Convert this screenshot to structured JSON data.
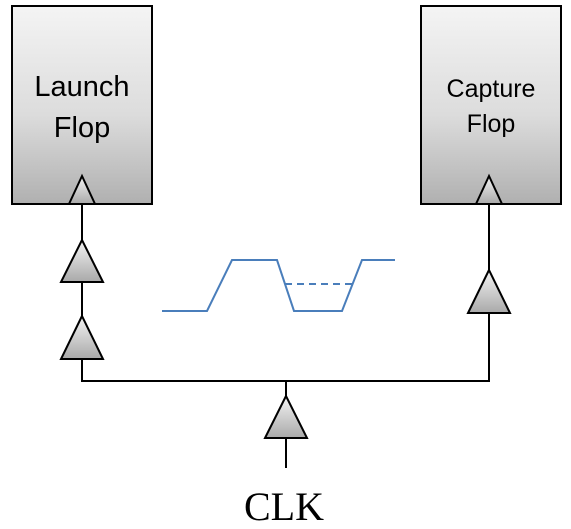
{
  "launch_flop": {
    "line1": "Launch",
    "line2": "Flop"
  },
  "capture_flop": {
    "line1": "Capture",
    "line2": "Flop"
  },
  "clock": {
    "label": "CLK"
  },
  "colors": {
    "box_top": "#f4f4f4",
    "box_bottom": "#b0b0b0",
    "buffer_top": "#f4f4f4",
    "buffer_bottom": "#a9a9a9",
    "wire": "#000000",
    "waveform": "#4a7ebb"
  }
}
